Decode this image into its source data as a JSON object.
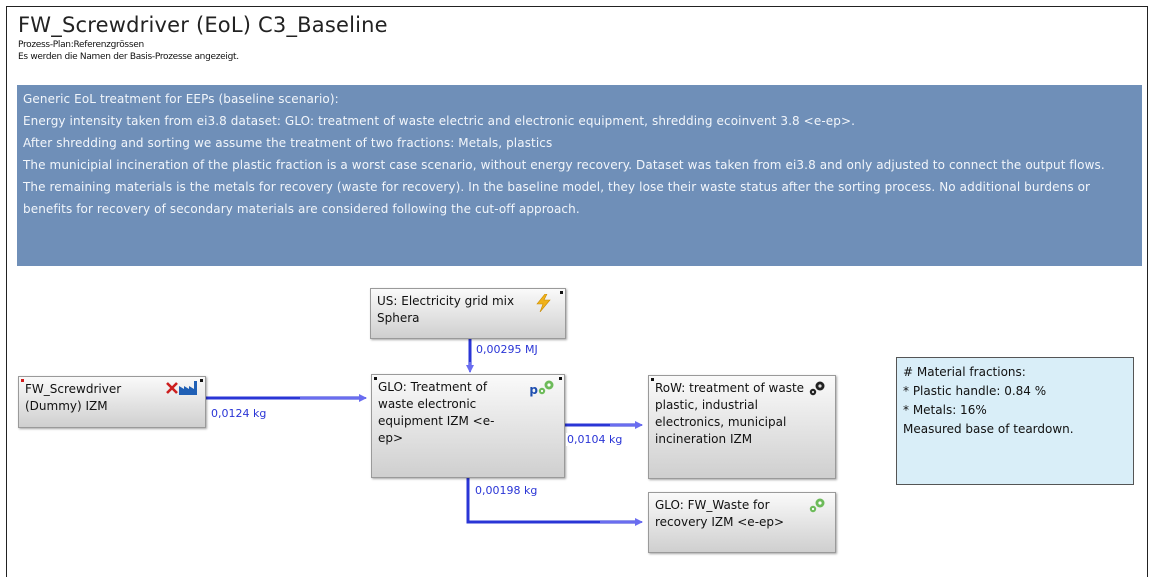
{
  "header": {
    "title": "FW_Screwdriver (EoL) C3_Baseline",
    "subtitle1": "Prozess-Plan:Referenzgrössen",
    "subtitle2": "Es werden die Namen der Basis-Prozesse angezeigt."
  },
  "description": [
    "Generic  EoL treatment for EEPs (baseline scenario):",
    "Energy intensity taken from ei3.8 dataset: GLO: treatment of waste electric and electronic equipment, shredding ecoinvent 3.8 <e-ep>.",
    "After shredding and sorting we assume the treatment of two fractions: Metals, plastics",
    "The municipial incineration of the plastic fraction is a worst case scenario, without energy recovery. Dataset was taken from ei3.8 and only adjusted to connect the output flows.",
    "The remaining materials is the metals for recovery (waste for recovery). In the baseline model, they lose their waste status after the sorting process. No additional burdens or benefits for recovery of secondary materials are considered following the cut-off approach."
  ],
  "processes": {
    "electricity": "US: Electricity grid mix Sphera",
    "dummy": "FW_Screwdriver (Dummy) IZM",
    "treatment": "GLO: Treatment of waste electronic equipment IZM <e-ep>",
    "incineration": "RoW: treatment of waste plastic, industrial electronics, municipal incineration IZM",
    "recovery": "GLO: FW_Waste for recovery IZM <e-ep>"
  },
  "flows": {
    "electricity_to_treatment": "0,00295 MJ",
    "dummy_to_treatment": "0,0124 kg",
    "treatment_to_incineration": "0,0104 kg",
    "treatment_to_recovery": "0,00198 kg"
  },
  "note": {
    "line1": "# Material fractions:",
    "line2": " * Plastic handle: 0.84 %",
    "line3": " * Metals: 16%",
    "line4": "Measured base of teardown."
  },
  "colors": {
    "banner": "#6f8fb8",
    "flow": "#2a35d6",
    "note_bg": "#d9eef8"
  },
  "icons": [
    "lightning-icon",
    "factory-icon",
    "delete-x-icon",
    "gears-icon"
  ]
}
